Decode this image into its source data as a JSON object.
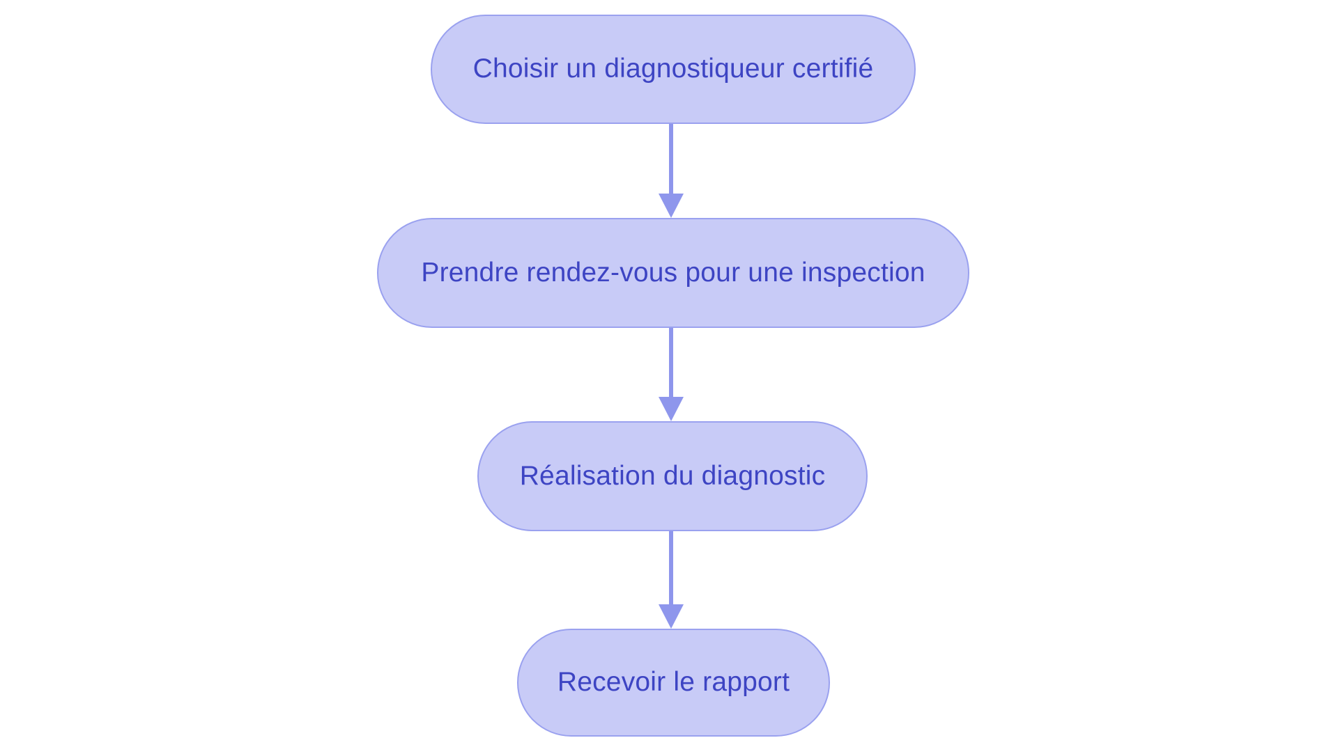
{
  "diagram": {
    "type": "flowchart",
    "direction": "top-down",
    "language": "fr",
    "colors": {
      "background": "#ffffff",
      "node_fill": "#c8cbf7",
      "node_border": "#9aa1ef",
      "node_text": "#3d44c3",
      "arrow": "#8e96ec"
    },
    "nodes": [
      {
        "id": "step-1",
        "label": "Choisir un diagnostiqueur certifié"
      },
      {
        "id": "step-2",
        "label": "Prendre rendez-vous pour une inspection"
      },
      {
        "id": "step-3",
        "label": "Réalisation du diagnostic"
      },
      {
        "id": "step-4",
        "label": "Recevoir le rapport"
      }
    ],
    "edges": [
      {
        "from": "step-1",
        "to": "step-2",
        "style": "arrow-down"
      },
      {
        "from": "step-2",
        "to": "step-3",
        "style": "arrow-down"
      },
      {
        "from": "step-3",
        "to": "step-4",
        "style": "arrow-down"
      }
    ]
  }
}
